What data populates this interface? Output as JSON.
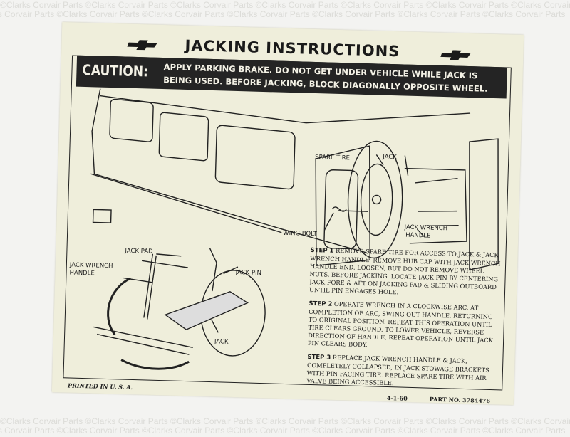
{
  "watermark": "©Clarks Corvair Parts",
  "title": "JACKING INSTRUCTIONS",
  "caution": {
    "label": "CAUTION:",
    "line1": "APPLY PARKING BRAKE. DO NOT GET UNDER VEHICLE WHILE JACK IS",
    "line2": "BEING USED. BEFORE JACKING, BLOCK DIAGONALLY OPPOSITE WHEEL."
  },
  "labels": {
    "spare_tire": "SPARE TIRE",
    "jack_top": "JACK",
    "wing_bolt": "WING BOLT",
    "jack_wrench_handle_right_1": "JACK WRENCH",
    "jack_wrench_handle_right_2": "HANDLE",
    "jack_pad": "JACK PAD",
    "jack_wrench_handle_left_1": "JACK WRENCH",
    "jack_wrench_handle_left_2": "HANDLE",
    "jack_pin": "JACK PIN",
    "jack_bottom": "JACK"
  },
  "steps": [
    {
      "heading": "STEP 1",
      "text": "REMOVE SPARE TIRE FOR ACCESS TO JACK & JACK WRENCH HANDLE. REMOVE HUB CAP WITH JACK WRENCH HANDLE END. LOOSEN, BUT DO NOT REMOVE WHEEL NUTS, BEFORE JACKING. LOCATE JACK PIN BY CENTERING JACK FORE & AFT ON JACKING PAD & SLIDING OUTBOARD UNTIL PIN ENGAGES HOLE."
    },
    {
      "heading": "STEP 2",
      "text": "OPERATE WRENCH IN A CLOCKWISE ARC. AT COMPLETION OF ARC, SWING OUT HANDLE, RETURNING TO ORIGINAL POSITION. REPEAT THIS OPERATION UNTIL TIRE CLEARS GROUND. TO LOWER VEHICLE, REVERSE DIRECTION OF HANDLE, REPEAT OPERATION UNTIL JACK PIN CLEARS BODY."
    },
    {
      "heading": "STEP 3",
      "text": "REPLACE JACK WRENCH HANDLE & JACK, COMPLETELY COLLAPSED, IN JACK STOWAGE BRACKETS WITH PIN FACING TIRE. REPLACE SPARE TIRE WITH AIR VALVE BEING ACCESSIBLE."
    }
  ],
  "footer": {
    "printed": "PRINTED IN U. S. A.",
    "date": "4-1-60",
    "part_no": "PART NO. 3784476"
  }
}
